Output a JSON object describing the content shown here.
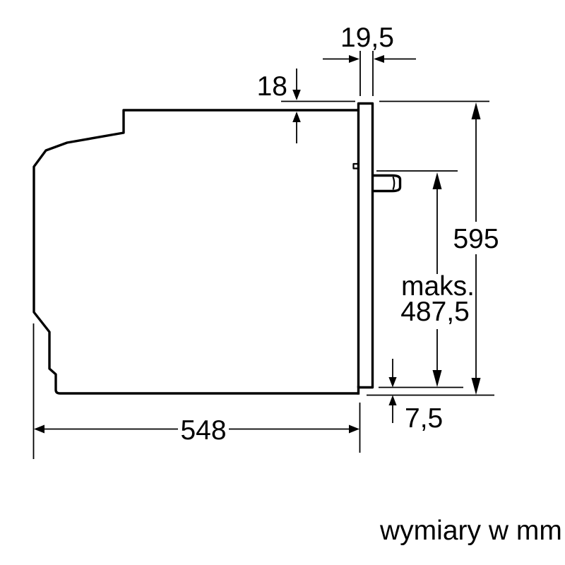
{
  "diagram": {
    "subject": "built-in-oven-side-view-dimension-drawing",
    "unit_note": "wymiary w mm",
    "dimensions": {
      "panel_thickness": "19,5",
      "top_overhang": "18",
      "total_height": "595",
      "max_height_prefix": "maks.",
      "max_height_value": "487,5",
      "bottom_offset": "7,5",
      "depth": "548"
    },
    "colors": {
      "line": "#000000",
      "background": "#ffffff"
    }
  }
}
